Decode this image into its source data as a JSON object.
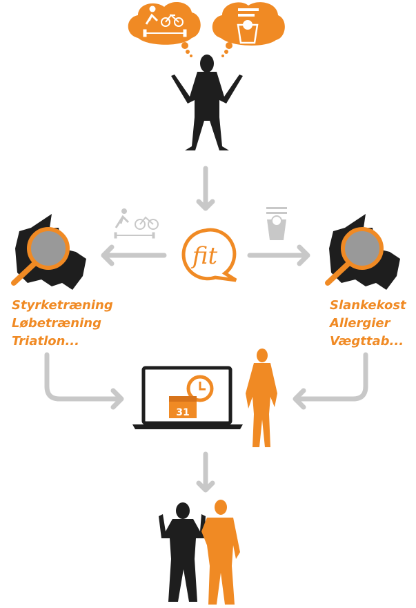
{
  "logo": {
    "text": "fit"
  },
  "left_topics": [
    "Styrketræning",
    "Løbetræning",
    "Triatlon..."
  ],
  "right_topics": [
    "Slankekost",
    "Allergier",
    "Vægttab..."
  ],
  "calendar": {
    "day": "31"
  },
  "colors": {
    "accent": "#f08a24",
    "arrow": "#c8c8c8",
    "silhouette": "#1e1e1e"
  }
}
